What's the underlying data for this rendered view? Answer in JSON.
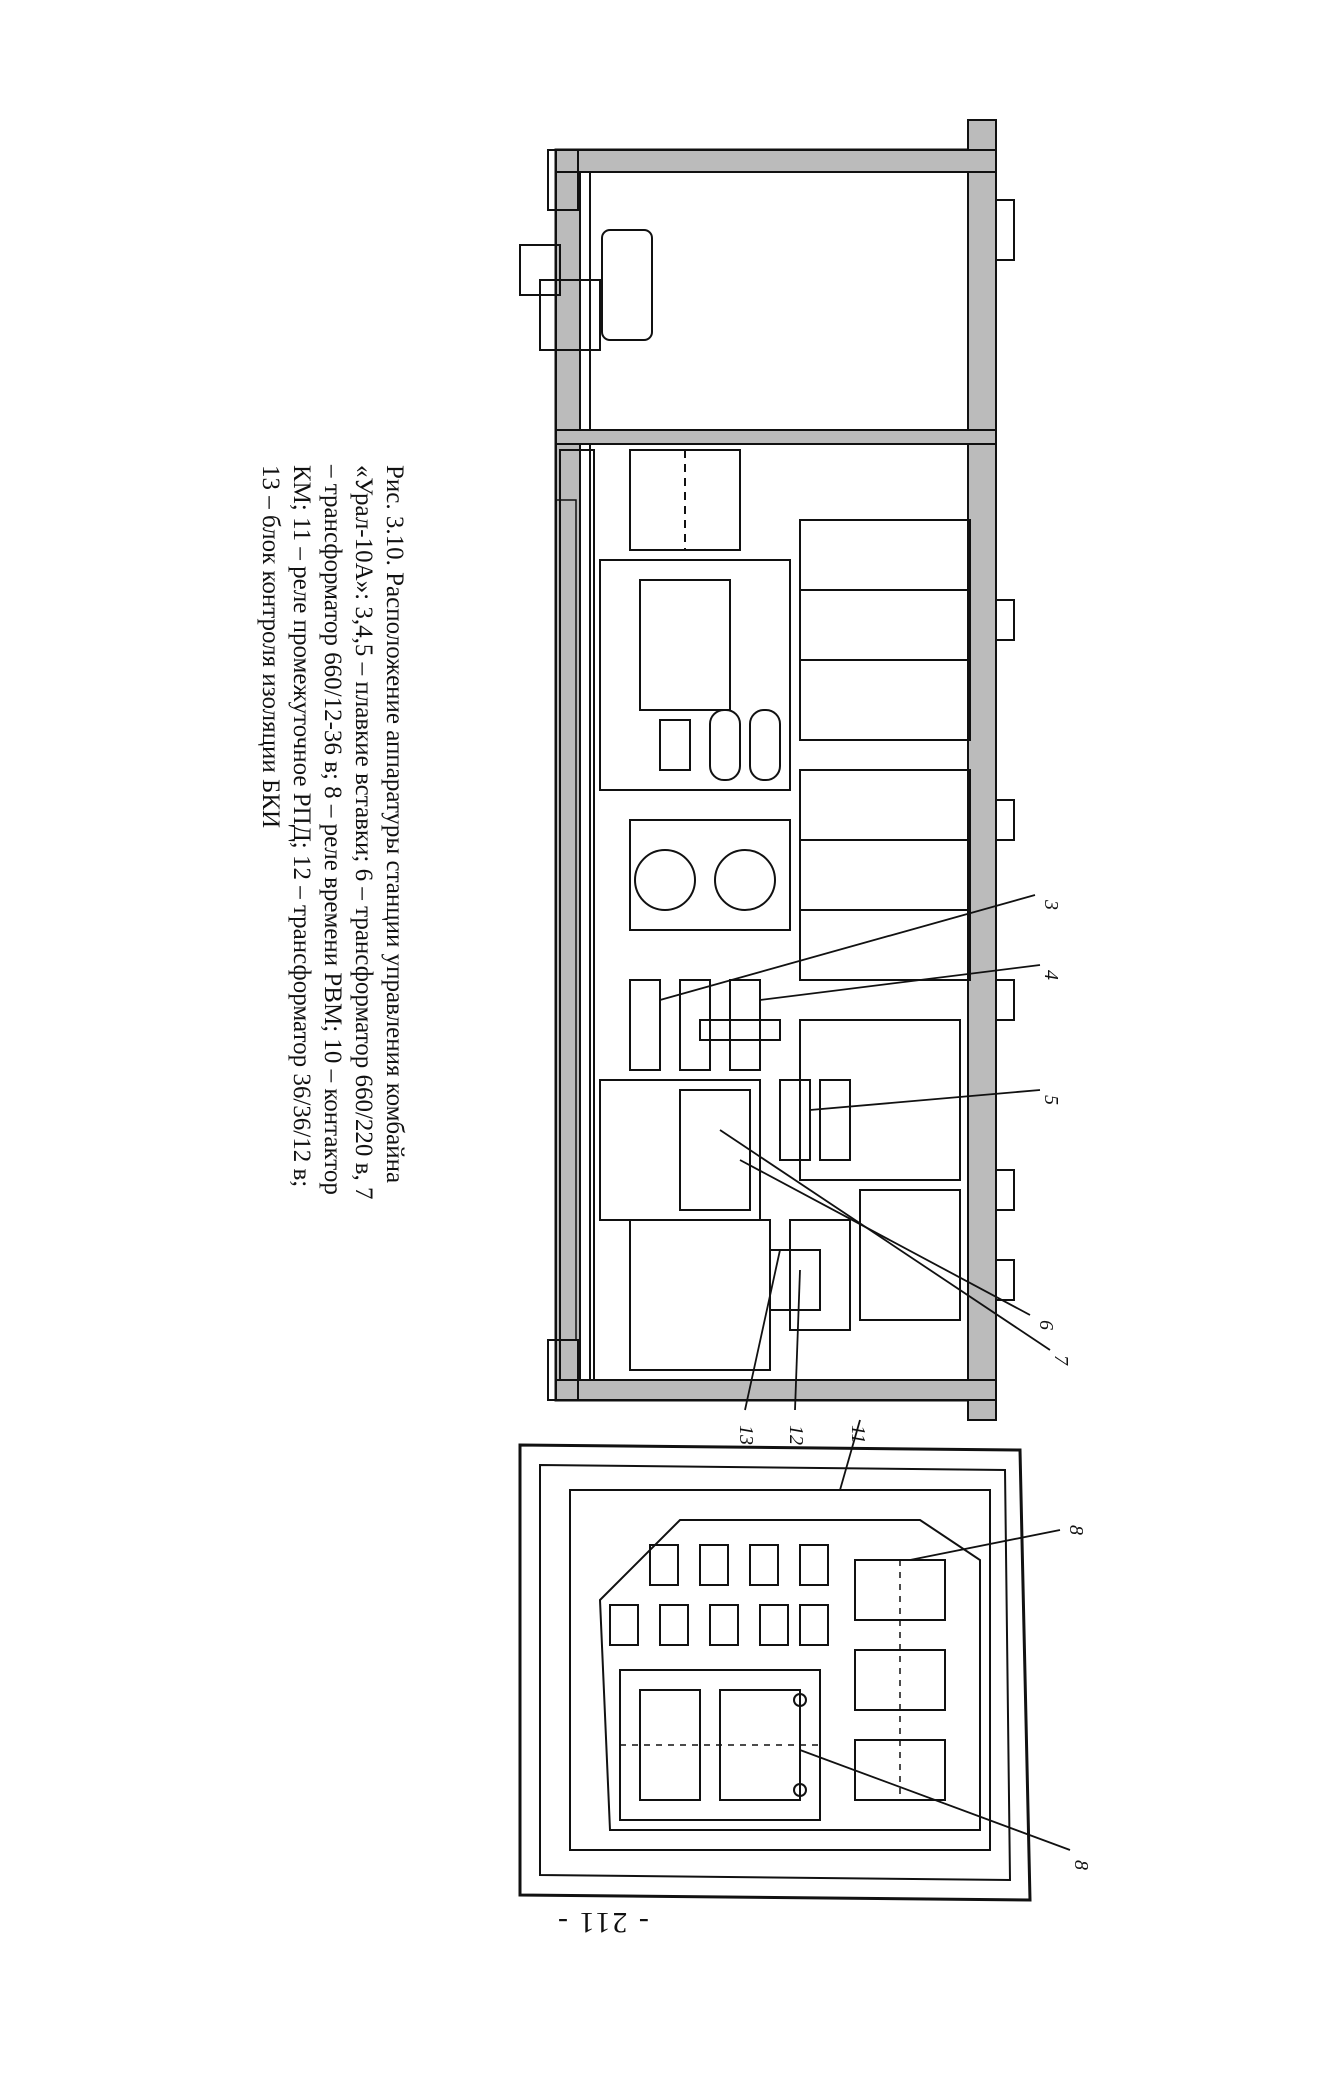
{
  "figure": {
    "caption_lines": [
      "Рис. 3.10.   Расположение аппаратуры станции управления комбайна",
      "«Урал-10А»: 3,4,5 – плавкие вставки; 6 – трансформатор 660/220 в, 7",
      "– трансформатор 660/12-36 в; 8 – реле времени РВМ; 10 – контактор",
      "КМ; 11 – реле промежуточное РПД; 12 – трансформатор 36/36/12 в;",
      "13 – блок контроля изоляции БКИ"
    ],
    "callouts": [
      "3",
      "4",
      "5",
      "6",
      "7",
      "13",
      "12",
      "11",
      "8",
      "8"
    ]
  },
  "page_number": "- 211 -"
}
